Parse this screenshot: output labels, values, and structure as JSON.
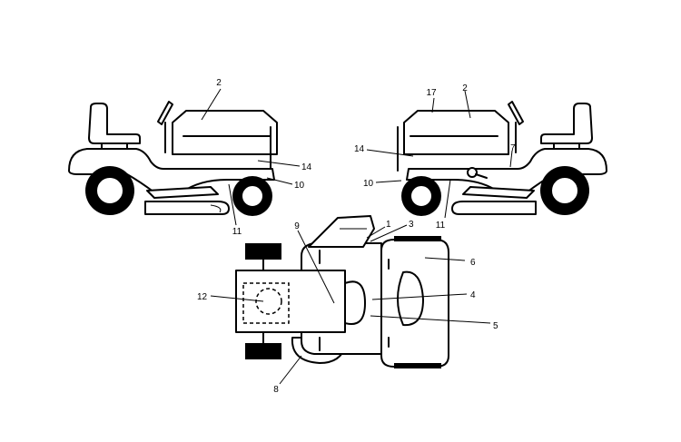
{
  "callouts": {
    "c1": "1",
    "c2": "2",
    "c3": "3",
    "c4": "4",
    "c5": "5",
    "c6": "6",
    "c7": "7",
    "c8": "8",
    "c9": "9",
    "c10": "10",
    "c11": "11",
    "c12": "12",
    "c14": "14",
    "c17": "17"
  }
}
